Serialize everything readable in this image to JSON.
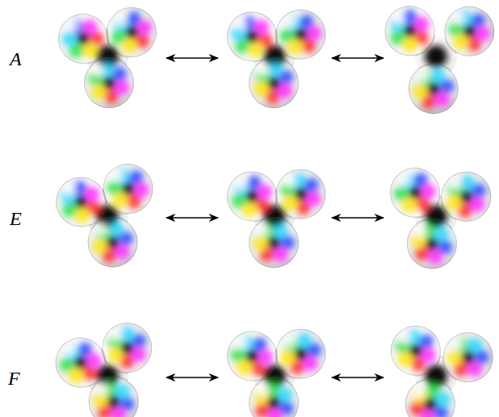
{
  "diagram": {
    "labels": [
      "A",
      "E",
      "F"
    ]
  }
}
